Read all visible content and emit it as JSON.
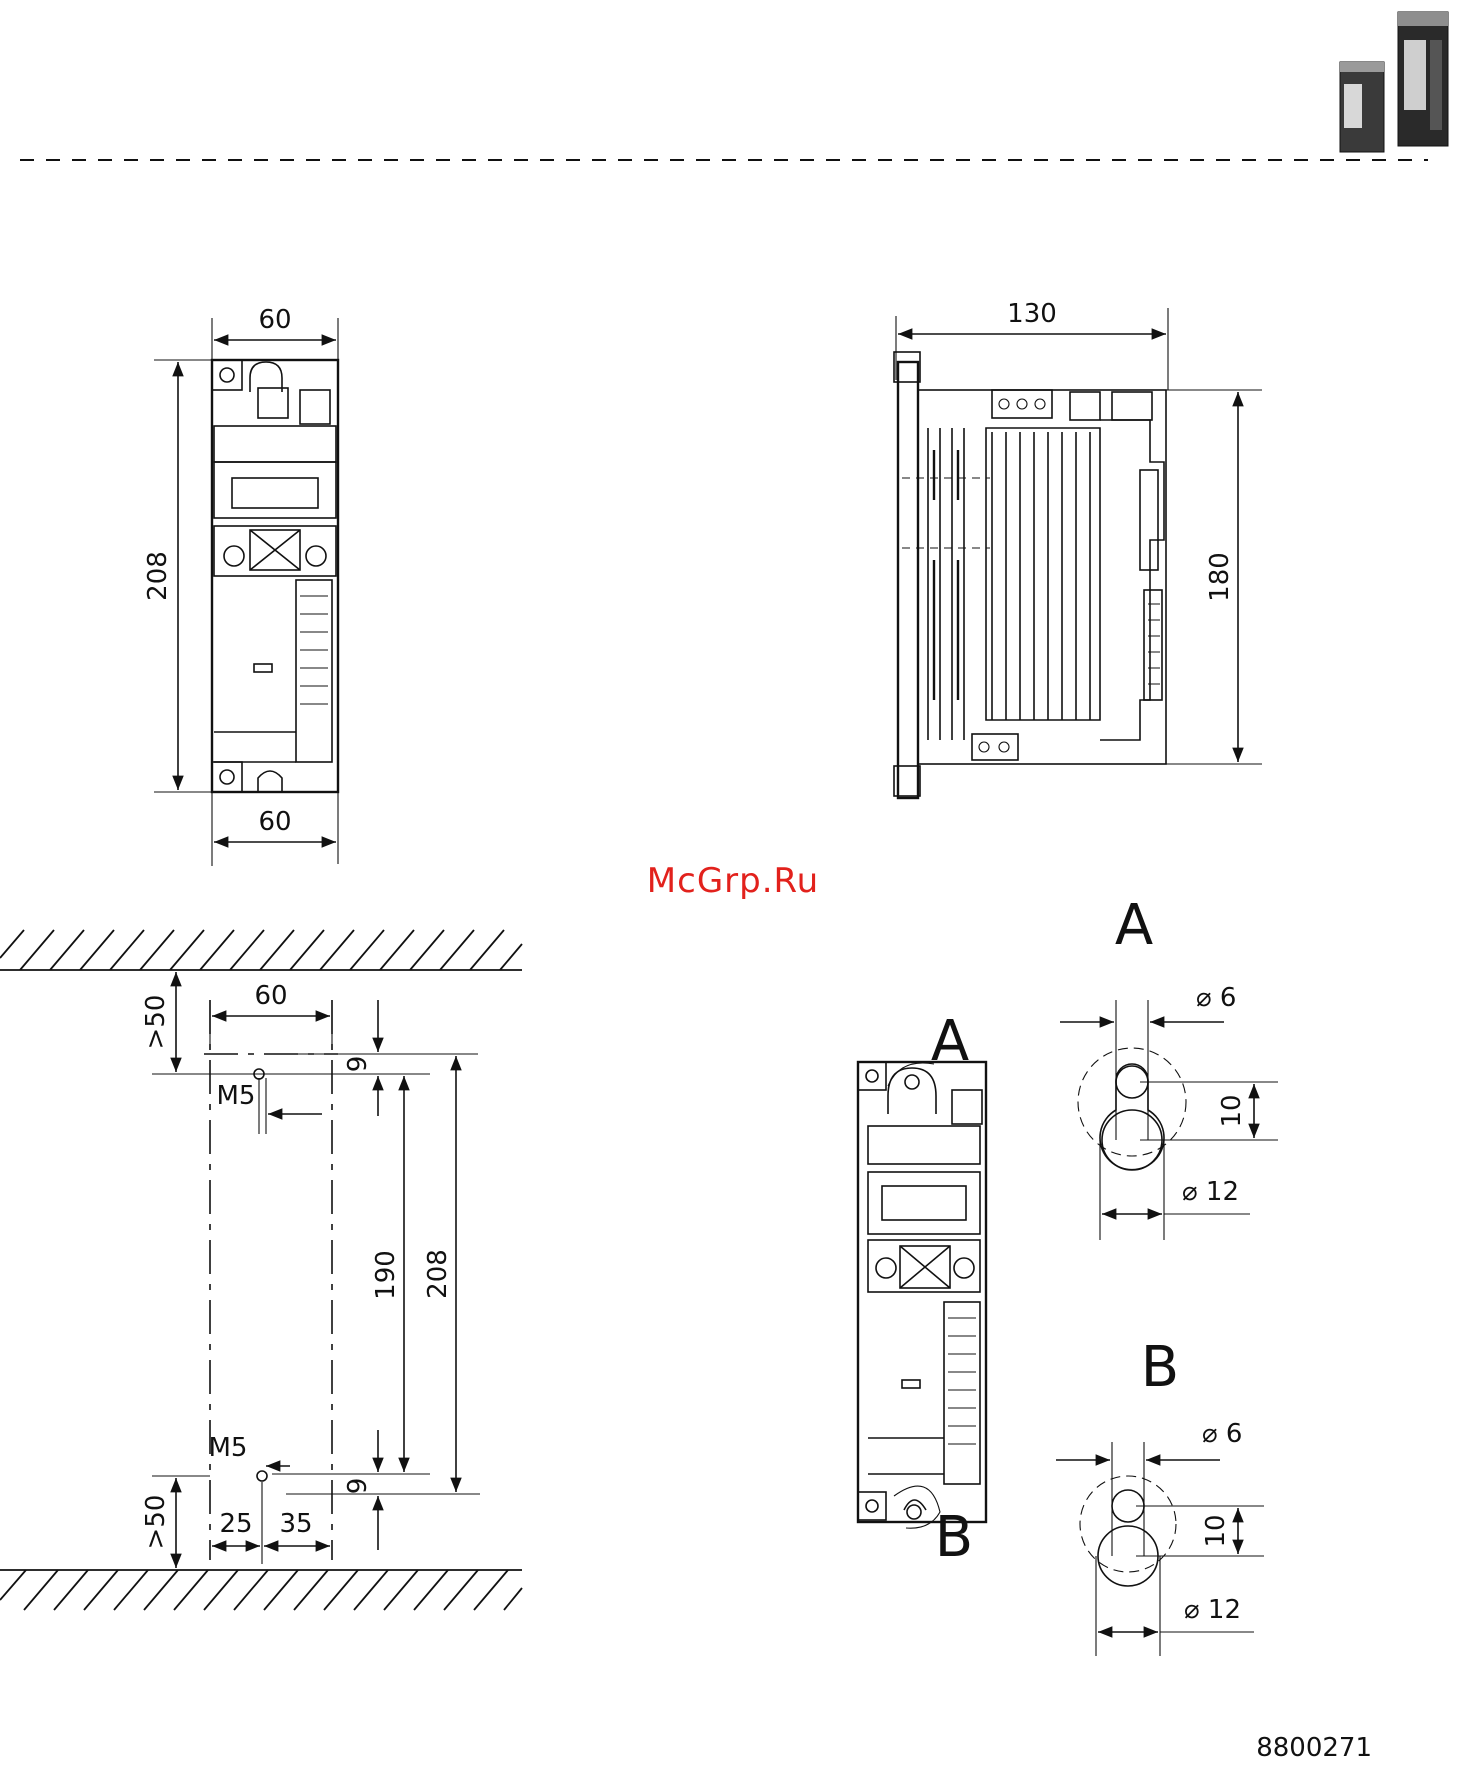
{
  "watermark": "McGrp.Ru",
  "drawing_number": "8800271",
  "front_view": {
    "width_top": "60",
    "height": "208",
    "width_bottom": "60"
  },
  "side_view": {
    "depth": "130",
    "height": "180"
  },
  "mounting_layout": {
    "clearance_top": ">50",
    "clearance_bottom": ">50",
    "width": "60",
    "offset_top": "9",
    "offset_bottom": "9",
    "hole_spacing": "190",
    "total_height": "208",
    "screw_top": "M5",
    "screw_bottom": "M5",
    "left_offset": "25",
    "right_offset": "35"
  },
  "detail_callouts": {
    "label_a": "A",
    "label_b": "B"
  },
  "detail_a": {
    "title": "A",
    "slot_diameter": "6",
    "head_diameter": "12",
    "slot_length": "10"
  },
  "detail_b": {
    "title": "B",
    "slot_diameter": "6",
    "head_diameter": "12",
    "slot_length": "10"
  },
  "diameter_symbol": "⌀"
}
